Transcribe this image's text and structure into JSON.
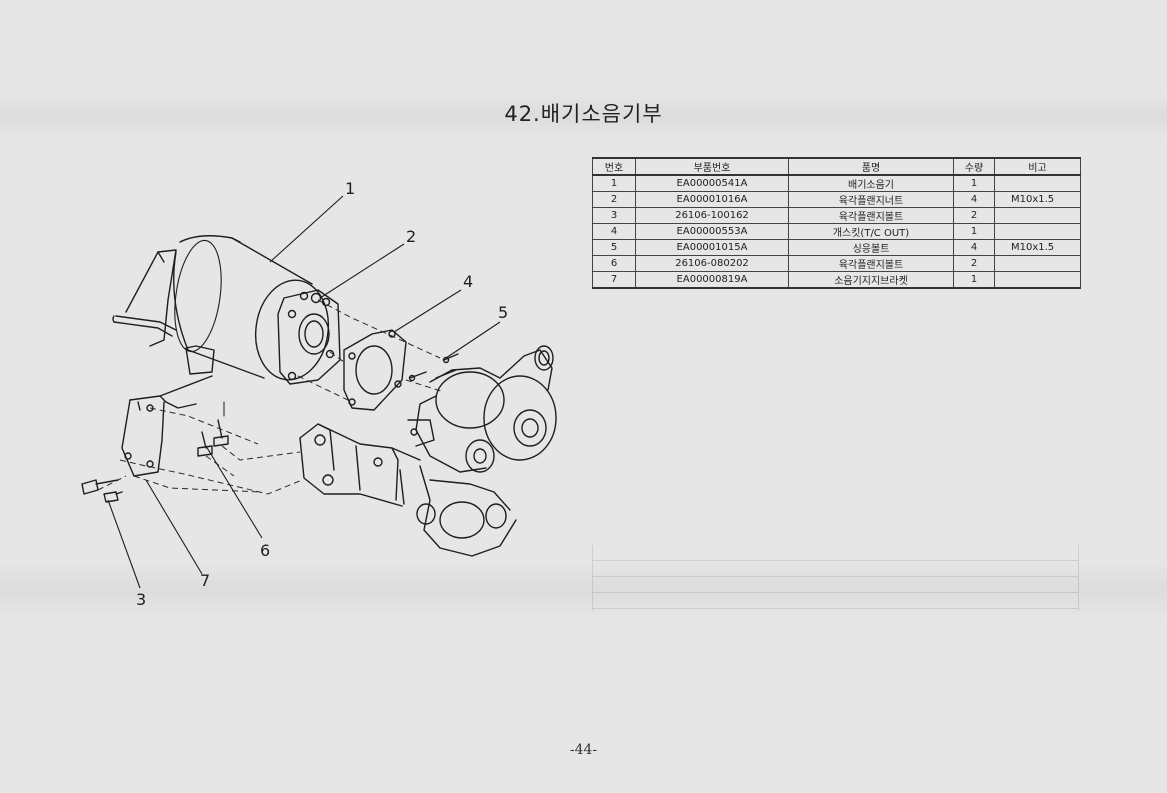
{
  "title": "42.배기소음기부",
  "table": {
    "headers": [
      "번호",
      "부품번호",
      "품명",
      "수량",
      "비고"
    ],
    "rows": [
      [
        "1",
        "EA00000541A",
        "배기소음기",
        "1",
        ""
      ],
      [
        "2",
        "EA00001016A",
        "육각플랜지너트",
        "4",
        "M10x1.5"
      ],
      [
        "3",
        "26106-100162",
        "육각플랜지볼트",
        "2",
        ""
      ],
      [
        "4",
        "EA00000553A",
        "개스킷(T/C OUT)",
        "1",
        ""
      ],
      [
        "5",
        "EA00001015A",
        "싱응볼트",
        "4",
        "M10x1.5"
      ],
      [
        "6",
        "26106-080202",
        "육각플랜지볼트",
        "2",
        ""
      ],
      [
        "7",
        "EA00000819A",
        "소음기지지브라켓",
        "1",
        ""
      ]
    ]
  },
  "callouts": [
    "1",
    "2",
    "3",
    "4",
    "5",
    "6",
    "7"
  ],
  "page_number": "-44-"
}
